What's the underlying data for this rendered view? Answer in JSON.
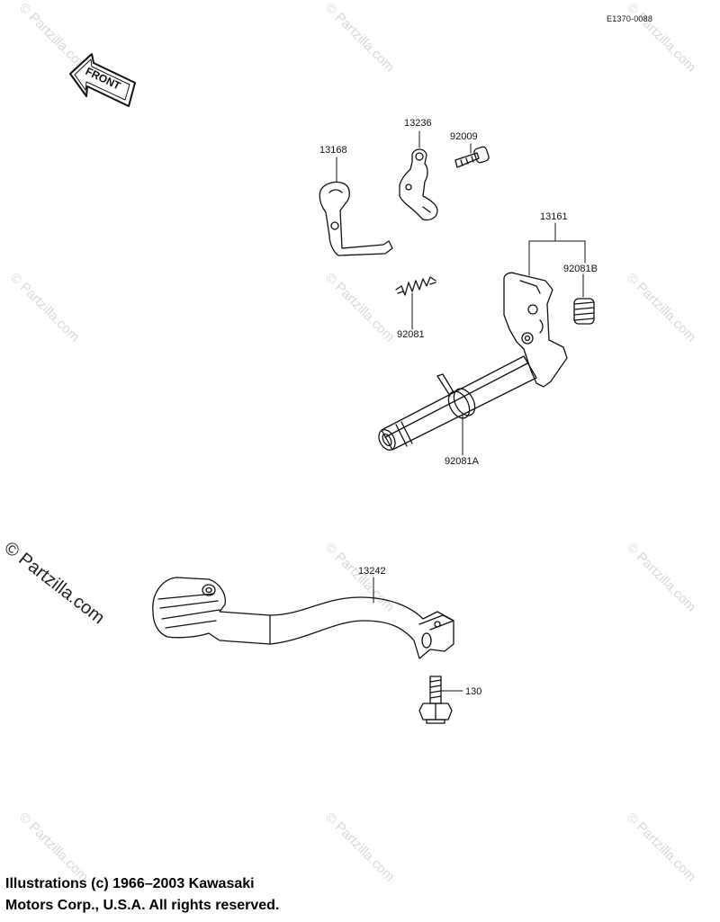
{
  "document_id": "E1370-0088",
  "direction_label": "FRONT",
  "watermark": "© Partzilla.com",
  "parts": [
    {
      "id": "p13168",
      "number": "13168"
    },
    {
      "id": "p13236",
      "number": "13236"
    },
    {
      "id": "p92009",
      "number": "92009"
    },
    {
      "id": "p13161",
      "number": "13161"
    },
    {
      "id": "p92081B",
      "number": "92081B"
    },
    {
      "id": "p92081",
      "number": "92081"
    },
    {
      "id": "p92081A",
      "number": "92081A"
    },
    {
      "id": "p13242",
      "number": "13242"
    },
    {
      "id": "p130",
      "number": "130"
    }
  ],
  "copyright": {
    "line1": "Illustrations (c) 1966–2003 Kawasaki",
    "line2": "Motors Corp., U.S.A.  All rights reserved."
  }
}
